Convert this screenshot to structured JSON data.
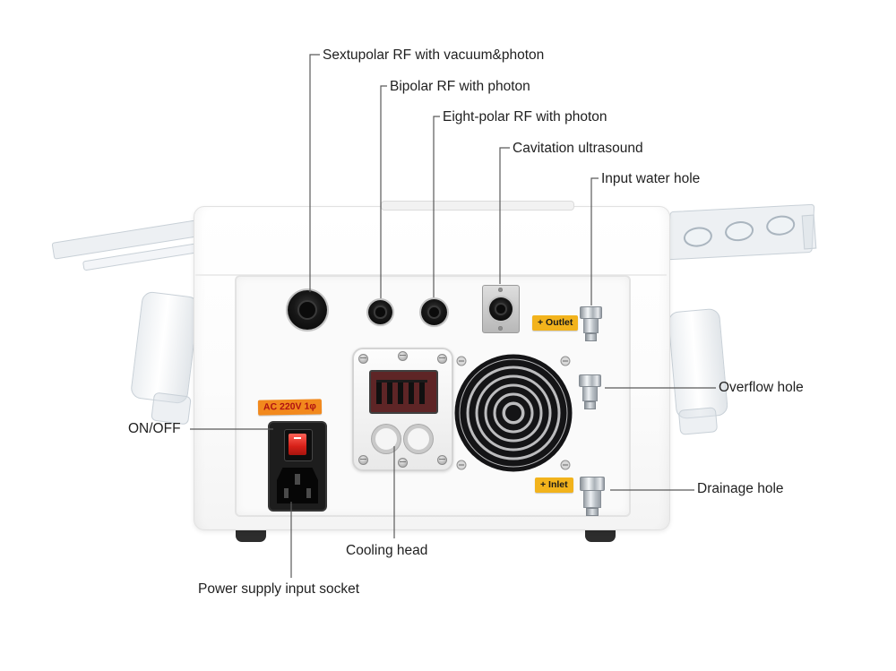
{
  "callouts": {
    "sextupolar": "Sextupolar RF with vacuum&photon",
    "bipolar": "Bipolar RF with photon",
    "eight_polar": "Eight-polar RF with photon",
    "cavitation": "Cavitation ultrasound",
    "input_water": "Input water hole",
    "overflow": "Overflow hole",
    "drainage": "Drainage hole",
    "on_off": "ON/OFF",
    "cooling_head": "Cooling head",
    "power_socket": "Power supply input socket"
  },
  "machine": {
    "outlet_tag": "+ Outlet",
    "inlet_tag": "+ Inlet",
    "voltage_tag": "AC 220V 1φ"
  },
  "colors": {
    "text_color": "#1f1f1f",
    "line_color": "#5a5a5a",
    "tag_yellow": "#f2b31c",
    "tag_orange": "#f2891d",
    "voltage_text": "#b01212",
    "switch_red": "#d62018"
  }
}
